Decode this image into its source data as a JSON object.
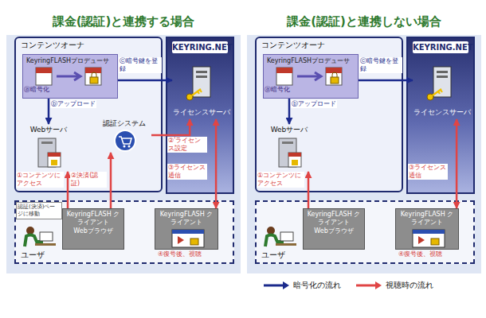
{
  "diagram": {
    "nodes": [
      {
        "text": [
          "課金(認証)と連携する場合"
        ]
      },
      {
        "text": [
          "コンテンツオーナ"
        ],
        "in": 0
      },
      {
        "text": [
          "KeyringFLASHプロデューサ"
        ],
        "in": 1
      },
      {
        "text": [
          "Webサーバ"
        ],
        "in": 1
      },
      {
        "text": [
          "認証システム"
        ],
        "in": 1
      },
      {
        "text": [
          "KEYRING.NET"
        ],
        "in": 0
      },
      {
        "text": [
          "ライセンスサーバ"
        ],
        "in": 5
      },
      {
        "text": [
          "ユーザ"
        ],
        "in": 0
      },
      {
        "text": [
          "KeyringFLASH クライアント",
          "Webブラウザ"
        ],
        "in": 7
      },
      {
        "text": [
          "KeyringFLASH クライアント"
        ],
        "in": 7
      },
      {
        "text": [
          "課金(認証)と連携しない場合"
        ]
      },
      {
        "text": [
          "コンテンツオーナ"
        ],
        "in": 10
      },
      {
        "text": [
          "KeyringFLASHプロデューサ"
        ],
        "in": 11
      },
      {
        "text": [
          "Webサーバ"
        ],
        "in": 11
      },
      {
        "text": [
          "KEYRING.NET"
        ],
        "in": 10
      },
      {
        "text": [
          "ライセンスサーバ"
        ],
        "in": 14
      },
      {
        "text": [
          "ユーザ"
        ],
        "in": 10
      },
      {
        "text": [
          "KeyringFLASH クライアント",
          "Webブラウザ"
        ],
        "in": 16
      },
      {
        "text": [
          "KeyringFLASH クライアント"
        ],
        "in": 16
      }
    ],
    "edges": [
      {
        "from": 2,
        "to": 3,
        "label": "ⓑアップロード",
        "arrow": "to"
      },
      {
        "from": 2,
        "to": 6,
        "label": "ⓒ暗号鍵を登録",
        "arrow": "to"
      },
      {
        "from": 8,
        "to": 3,
        "label": "①コンテンツにアクセス",
        "arrow": "to"
      },
      {
        "from": 8,
        "to": 4,
        "label": "②決済(認証)",
        "arrow": "to"
      },
      {
        "from": 4,
        "to": 6,
        "label": "②'ライセンス設定",
        "arrow": "to"
      },
      {
        "from": 9,
        "to": 6,
        "label": "③ライセンス通信",
        "arrow": "both"
      },
      {
        "from": 12,
        "to": 13,
        "label": "ⓑアップロード",
        "arrow": "to"
      },
      {
        "from": 12,
        "to": 15,
        "label": "ⓒ暗号鍵を登録",
        "arrow": "to"
      },
      {
        "from": 17,
        "to": 13,
        "label": "①コンテンツにアクセス",
        "arrow": "to"
      },
      {
        "from": 18,
        "to": 15,
        "label": "③ライセンス通信",
        "arrow": "both"
      }
    ],
    "labels": [
      "ⓐ暗号化",
      "認証(決済)ページに移動",
      "④復号後、視聴",
      "ⓐ暗号化",
      "④復号後、視聴"
    ],
    "legend": [
      {
        "text": "暗号化の流れ",
        "color": "#1b2a8c"
      },
      {
        "text": "視聴時の流れ",
        "color": "#e04545"
      }
    ]
  }
}
